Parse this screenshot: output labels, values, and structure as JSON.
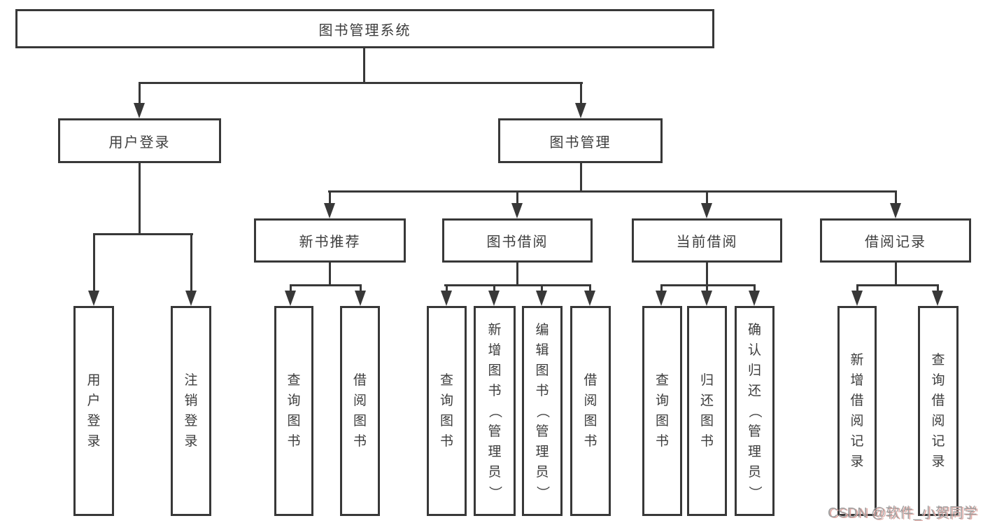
{
  "tree": {
    "root": {
      "label": "图书管理系统",
      "children": [
        {
          "label": "用户登录",
          "children": [
            "用户登录",
            "注销登录"
          ]
        },
        {
          "label": "图书管理",
          "children": [
            {
              "label": "新书推荐",
              "children": [
                "查询图书",
                "借阅图书"
              ]
            },
            {
              "label": "图书借阅",
              "children": [
                "查询图书",
                "新增图书（管理员）",
                "编辑图书（管理员）",
                "借阅图书"
              ]
            },
            {
              "label": "当前借阅",
              "children": [
                "查询图书",
                "归还图书",
                "确认归还（管理员）"
              ]
            },
            {
              "label": "借阅记录",
              "children": [
                "新增借阅记录",
                "查询借阅记录"
              ]
            }
          ]
        }
      ]
    }
  },
  "watermark": {
    "text": "CSDN @软件_小贺同学"
  },
  "colors": {
    "line": "#383838",
    "text": "#3d3d3d",
    "background": "#ffffff",
    "watermark_text": "#9f9f9f",
    "watermark_shadow": "#e0a9a4"
  }
}
